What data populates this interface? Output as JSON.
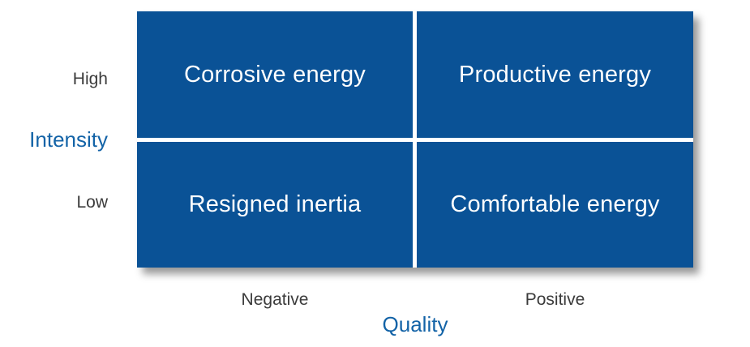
{
  "diagram": {
    "type": "2x2-matrix",
    "quadrants": [
      {
        "position": "top-left",
        "label": "Corrosive energy"
      },
      {
        "position": "top-right",
        "label": "Productive energy"
      },
      {
        "position": "bottom-left",
        "label": "Resigned inertia"
      },
      {
        "position": "bottom-right",
        "label": "Comfortable energy"
      }
    ],
    "y_axis": {
      "title": "Intensity",
      "high_label": "High",
      "low_label": "Low"
    },
    "x_axis": {
      "title": "Quality",
      "negative_label": "Negative",
      "positive_label": "Positive"
    },
    "colors": {
      "quadrant_background": "#0A5296",
      "quadrant_text": "#FFFFFF",
      "axis_title_text": "#1363A7",
      "axis_tick_text": "#3B3B3B",
      "divider_lines": "#FFFFFF"
    }
  }
}
